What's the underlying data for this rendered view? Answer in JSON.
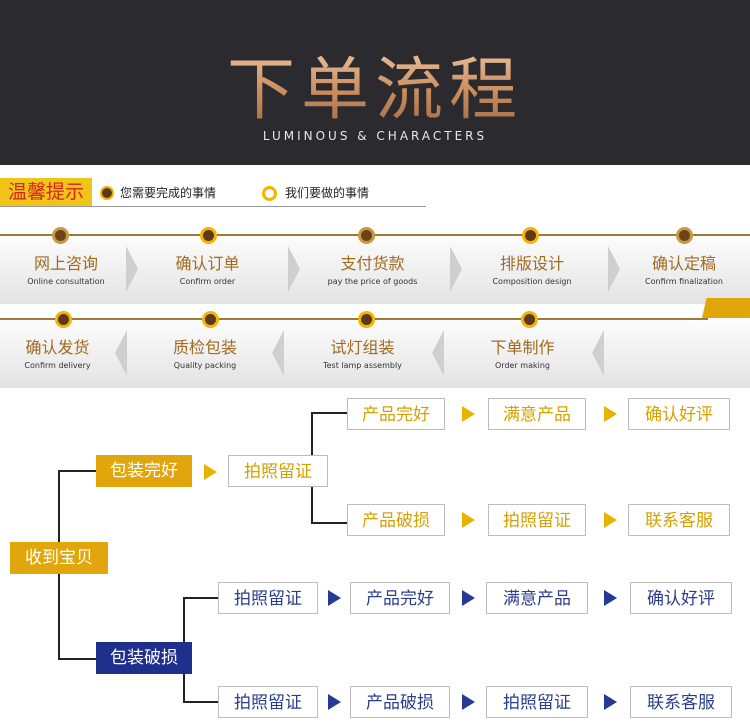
{
  "header": {
    "title": "下单流程",
    "subtitle": "LUMINOUS  &  CHARACTERS"
  },
  "tips": {
    "label": "温馨提示",
    "legend": [
      {
        "text": "您需要完成的事情",
        "color": "#5a3a1a"
      },
      {
        "text": "我们要做的事情",
        "color": "#f4b400"
      }
    ]
  },
  "steps_row1": [
    {
      "cn": "网上咨询",
      "en": "Online consultation"
    },
    {
      "cn": "确认订单",
      "en": "Confirm order"
    },
    {
      "cn": "支付货款",
      "en": "pay the price of goods"
    },
    {
      "cn": "排版设计",
      "en": "Composition design"
    },
    {
      "cn": "确认定稿",
      "en": "Confirm finalization"
    }
  ],
  "steps_row2": [
    {
      "cn": "确认发货",
      "en": "Confirm delivery"
    },
    {
      "cn": "质检包装",
      "en": "Quality packing"
    },
    {
      "cn": "试灯组装",
      "en": "Test lamp assembly"
    },
    {
      "cn": "下单制作",
      "en": "Order making"
    }
  ],
  "flow": {
    "root": "收到宝贝",
    "good_branch": {
      "label": "包装完好",
      "step": "拍照留证",
      "path_a": [
        "产品完好",
        "满意产品",
        "确认好评"
      ],
      "path_b": [
        "产品破损",
        "拍照留证",
        "联系客服"
      ]
    },
    "damaged_branch": {
      "label": "包装破损",
      "path_a": [
        "拍照留证",
        "产品完好",
        "满意产品",
        "确认好评"
      ],
      "path_b": [
        "拍照留证",
        "产品破损",
        "拍照留证",
        "联系客服"
      ]
    }
  },
  "colors": {
    "header_bg": "#2b2a2f",
    "gold": "#e0a60c",
    "blue": "#1f2f8c",
    "step_text": "#a06a20"
  }
}
